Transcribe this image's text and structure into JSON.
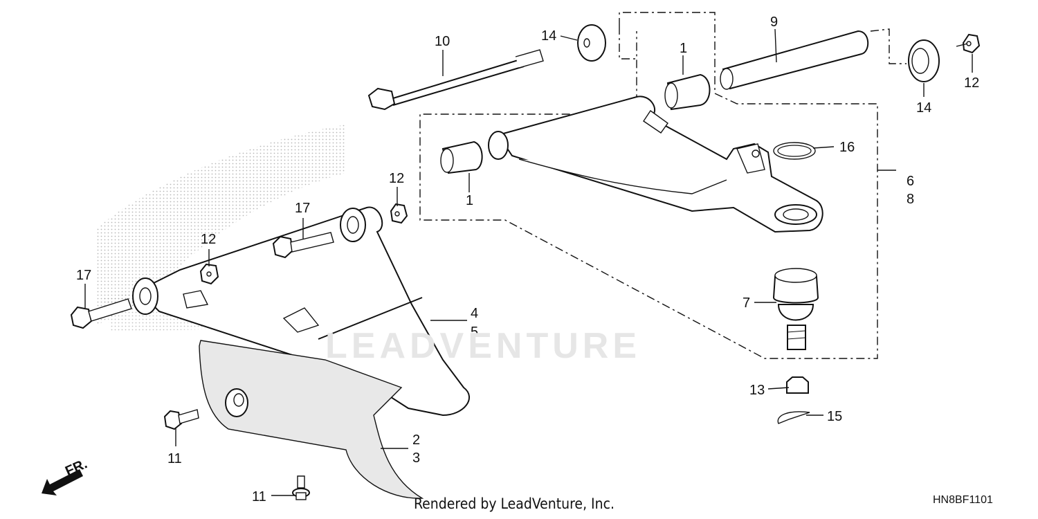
{
  "diagram": {
    "code": "HN8BF1101",
    "credit": "Rendered by LeadVenture, Inc.",
    "watermark": "LEADVENTURE",
    "direction_label": "FR."
  },
  "callouts": [
    {
      "id": "c10",
      "text": "10"
    },
    {
      "id": "c14a",
      "text": "14"
    },
    {
      "id": "c1a",
      "text": "1"
    },
    {
      "id": "c9",
      "text": "9"
    },
    {
      "id": "c14b",
      "text": "14"
    },
    {
      "id": "c12a",
      "text": "12"
    },
    {
      "id": "c16",
      "text": "16"
    },
    {
      "id": "c1b",
      "text": "1"
    },
    {
      "id": "c12b",
      "text": "12"
    },
    {
      "id": "c6",
      "text": "6"
    },
    {
      "id": "c8",
      "text": "8"
    },
    {
      "id": "c17a",
      "text": "17"
    },
    {
      "id": "c12c",
      "text": "12"
    },
    {
      "id": "c17b",
      "text": "17"
    },
    {
      "id": "c7",
      "text": "7"
    },
    {
      "id": "c4",
      "text": "4"
    },
    {
      "id": "c5",
      "text": "5"
    },
    {
      "id": "c13",
      "text": "13"
    },
    {
      "id": "c15",
      "text": "15"
    },
    {
      "id": "c2",
      "text": "2"
    },
    {
      "id": "c3",
      "text": "3"
    },
    {
      "id": "c11a",
      "text": "11"
    },
    {
      "id": "c11b",
      "text": "11"
    }
  ]
}
